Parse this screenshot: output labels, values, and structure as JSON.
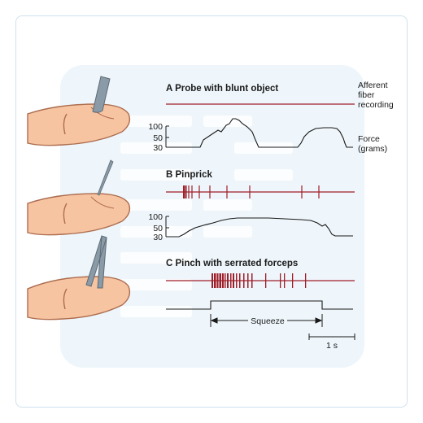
{
  "panels": [
    {
      "title": "A Probe with blunt object"
    },
    {
      "title": "B Pinprick"
    },
    {
      "title": "C Pinch with serrated forceps"
    }
  ],
  "labels": {
    "afferent_line1": "Afferent",
    "afferent_line2": "fiber",
    "afferent_line3": "recording",
    "force_line1": "Force",
    "force_line2": "(grams)",
    "squeeze": "Squeeze",
    "time_scale": "1 s"
  },
  "force_ticks": [
    "100",
    "50",
    "30"
  ],
  "colors": {
    "recording_line": "#a01e28",
    "trace": "#1a1a1a",
    "panel_bg": "#eef6fb",
    "skin": "#f7c4a2",
    "skin_dark": "#ad6d4f",
    "instrument": "#8a9aa6"
  }
}
